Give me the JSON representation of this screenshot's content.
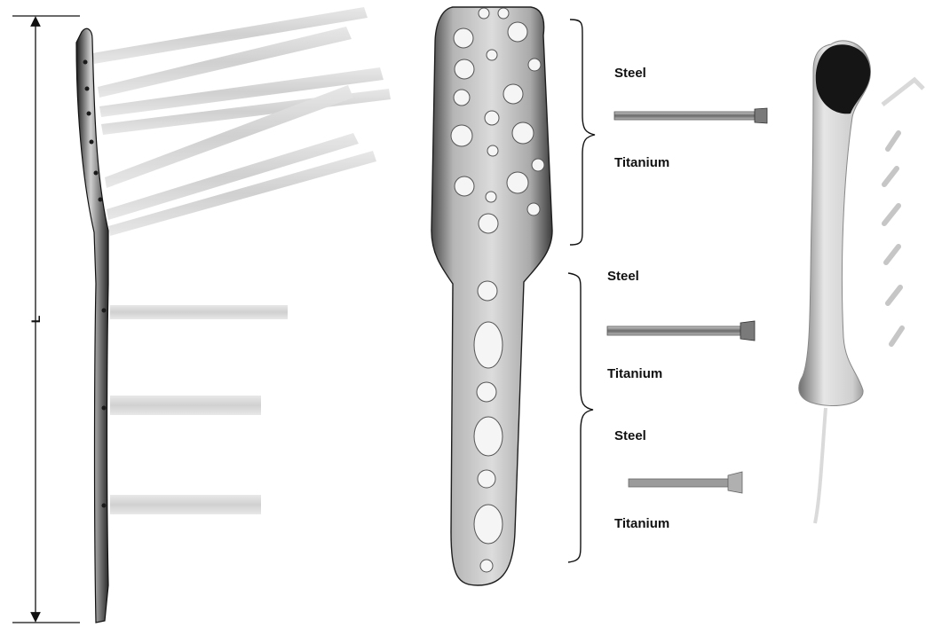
{
  "dimension": {
    "label": "L"
  },
  "brackets": [
    {
      "top_label": "Steel",
      "bottom_label": "Titanium"
    },
    {
      "top_label": "Steel",
      "bottom_label": "Titanium"
    },
    {
      "top_label": "Steel",
      "bottom_label": "Titanium"
    }
  ],
  "colors": {
    "ink": "#111111",
    "plate_light": "#e8e8e8",
    "plate_mid": "#9a9a9a",
    "plate_dark": "#3a3a3a",
    "screw_gray": "#8a8a8a",
    "bone": "#d8d8d8",
    "humeral_head": "#151515"
  },
  "icons": [
    "plate-side-view-icon",
    "plate-front-view-icon",
    "screw-icon",
    "humerus-bone-icon",
    "brace-icon",
    "dimension-arrow-icon"
  ]
}
